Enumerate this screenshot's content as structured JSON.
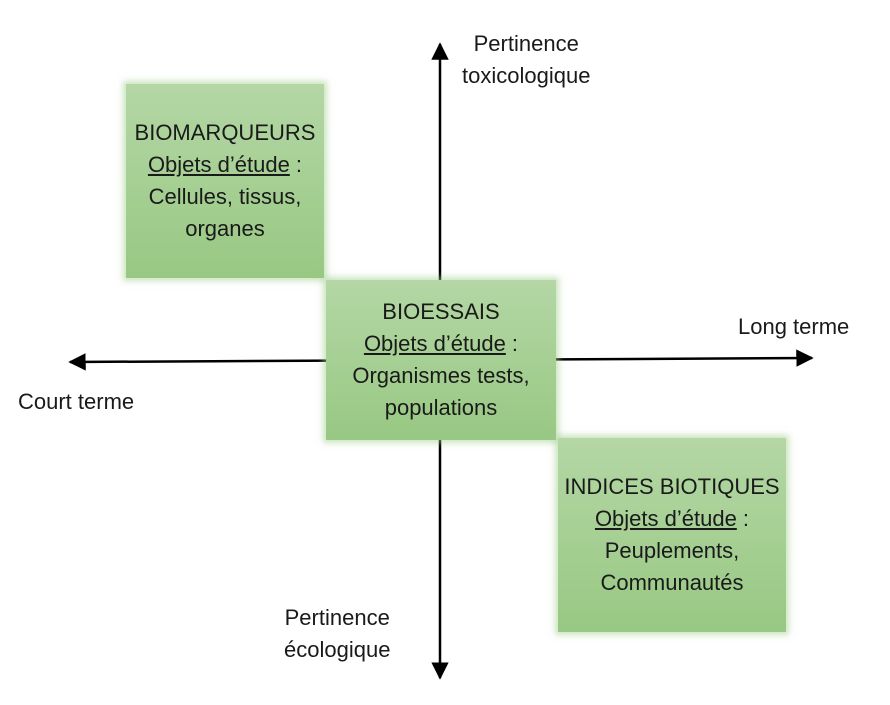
{
  "axes": {
    "top_label": [
      "Pertinence",
      "toxicologique"
    ],
    "bottom_label": [
      "Pertinence",
      "écologique"
    ],
    "right_label": "Long terme",
    "left_label": "Court terme"
  },
  "boxes": [
    {
      "id": "biomarqueurs",
      "title": "BIOMARQUEURS",
      "subtitle": "Objets d’étude",
      "colon": " :",
      "lines": [
        "Cellules, tissus,",
        "organes"
      ]
    },
    {
      "id": "bioessais",
      "title": "BIOESSAIS",
      "subtitle": "Objets d’étude",
      "colon": " :",
      "lines": [
        "Organismes tests,",
        "populations"
      ]
    },
    {
      "id": "indices-biotiques",
      "title": "INDICES BIOTIQUES",
      "subtitle": "Objets d’étude",
      "colon": " :",
      "lines": [
        "Peuplements,",
        "Communautés"
      ]
    }
  ],
  "colors": {
    "box_fill_top": "#b4d7a5",
    "box_fill_bottom": "#98c883",
    "axis": "#000000",
    "text": "#1a1a1a"
  }
}
